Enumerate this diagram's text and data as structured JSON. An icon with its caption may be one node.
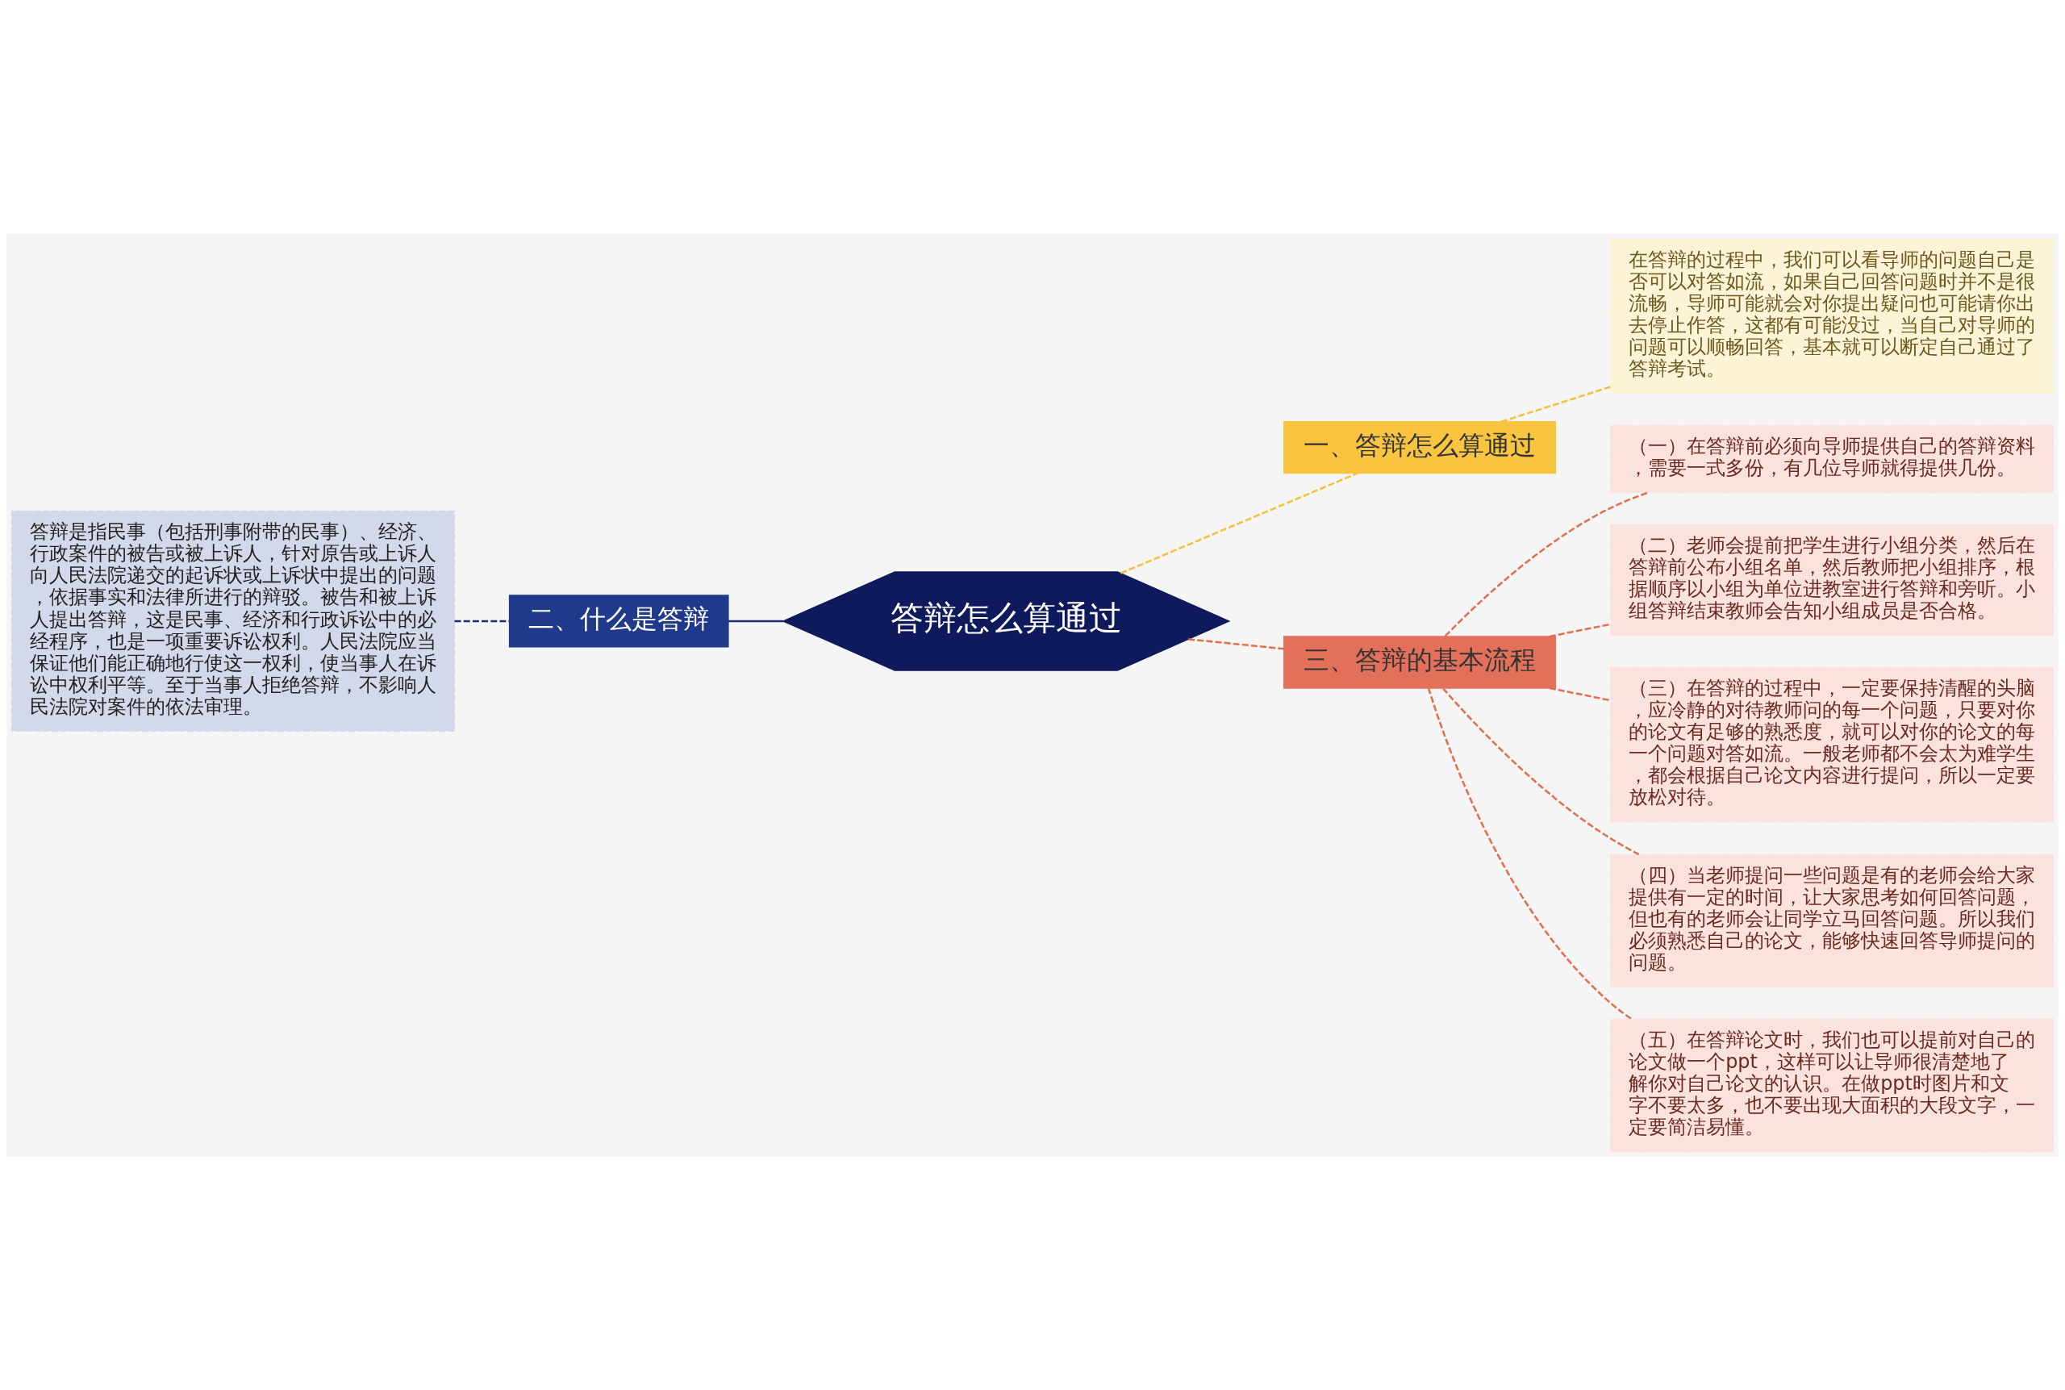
{
  "diagram": {
    "nodes": [
      {
        "text": [
          "答辩怎么算通过"
        ]
      },
      {
        "text": [
          "一、答辩怎么算通过"
        ]
      },
      {
        "text": [
          "在答辩的过程中，我们可以看导师的问题自己是否可以对答如流，如果自己回答问题时并不是很流畅，导师可能就会对你提出疑问也可能请你出去停止作答，这都有可能没过，当自己对导师的问题可以顺畅回答，基本就可以断定自己通过了答辩考试。"
        ]
      },
      {
        "text": [
          "二、什么是答辩"
        ]
      },
      {
        "text": [
          "答辩是指民事（包括刑事附带的民事）、经济、行政案件的被告或被上诉人，针对原告或上诉人向人民法院递交的起诉状或上诉状中提出的问题，依据事实和法律所进行的辩驳。被告和被上诉人提出答辩，这是民事、经济和行政诉讼中的必经程序，也是一项重要诉讼权利。人民法院应当保证他们能正确地行使这一权利，使当事人在诉讼中权利平等。至于当事人拒绝答辩，不影响人民法院对案件的依法审理。"
        ]
      },
      {
        "text": [
          "三、答辩的基本流程"
        ]
      },
      {
        "text": [
          "（一）在答辩前必须向导师提供自己的答辩资料，需要一式多份，有几位导师就得提供几份。"
        ]
      },
      {
        "text": [
          "（二）老师会提前把学生进行小组分类，然后在答辩前公布小组名单，然后教师把小组排序，根据顺序以小组为单位进教室进行答辩和旁听。小组答辩结束教师会告知小组成员是否合格。"
        ]
      },
      {
        "text": [
          "（三）在答辩的过程中，一定要保持清醒的头脑，应冷静的对待教师问的每一个问题，只要对你的论文有足够的熟悉度，就可以对你的论文的每一个问题对答如流。一般老师都不会太为难学生，都会根据自己论文内容进行提问，所以一定要放松对待。"
        ]
      },
      {
        "text": [
          "（四）当老师提问一些问题是有的老师会给大家提供有一定的时间，让大家思考如何回答问题，但也有的老师会让同学立马回答问题。所以我们必须熟悉自己的论文，能够快速回答导师提问的问题。"
        ]
      },
      {
        "text": [
          "（五）在答辩论文时，我们也可以提前对自己的论文做一个ppt，这样可以让导师很清楚地了解你对自己论文的认识。在做ppt时图片和文字不要太多，也不要出现大面积的大段文字，一定要简洁易懂。"
        ]
      }
    ],
    "edges": [
      {
        "from": 0,
        "to": 1,
        "arrow": "none",
        "style": "dashed",
        "color": "#f5c040"
      },
      {
        "from": 1,
        "to": 2,
        "arrow": "none",
        "style": "dashed",
        "color": "#f5c040"
      },
      {
        "from": 0,
        "to": 3,
        "arrow": "none",
        "color": "#1f2d6e"
      },
      {
        "from": 3,
        "to": 4,
        "arrow": "none",
        "style": "dashed",
        "color": "#1f2d6e"
      },
      {
        "from": 0,
        "to": 5,
        "arrow": "none",
        "style": "dashed"
      },
      {
        "from": 5,
        "to": 6,
        "arrow": "none",
        "style": "dashed"
      },
      {
        "from": 5,
        "to": 7,
        "arrow": "none",
        "style": "dashed"
      },
      {
        "from": 5,
        "to": 8,
        "arrow": "none",
        "style": "dashed"
      },
      {
        "from": 5,
        "to": 9,
        "arrow": "none",
        "style": "dashed"
      },
      {
        "from": 5,
        "to": 10,
        "arrow": "none",
        "style": "dashed"
      }
    ]
  }
}
